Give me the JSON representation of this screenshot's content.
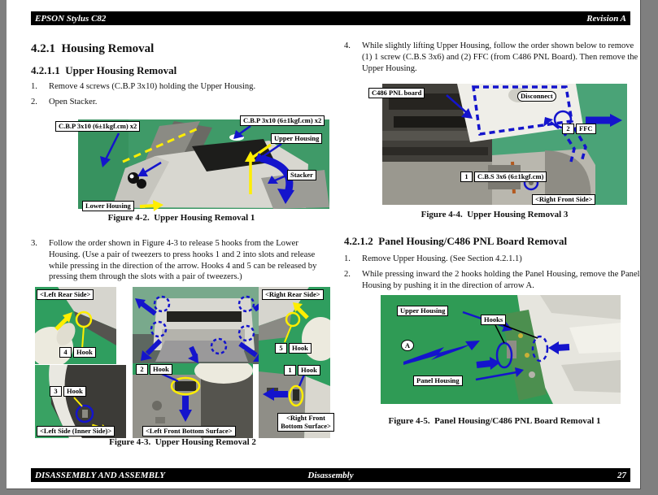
{
  "header": {
    "product": "EPSON Stylus C82",
    "revision": "Revision A"
  },
  "footer": {
    "left": "DISASSEMBLY AND ASSEMBLY",
    "center": "Disassembly",
    "page_number": "27"
  },
  "sections": {
    "housing_removal": {
      "title": "4.2.1  Housing Removal"
    },
    "upper_housing_removal": {
      "title": "4.2.1.1  Upper Housing Removal",
      "steps": [
        {
          "num": "1.",
          "text": "Remove 4 screws (C.B.P 3x10) holding the Upper Housing."
        },
        {
          "num": "2.",
          "text": "Open Stacker."
        },
        {
          "num": "3.",
          "text": "Follow the order shown in Figure 4-3 to release 5 hooks from the Lower Housing. (Use a pair of tweezers to press hooks 1 and 2 into slots and release while pressing in the direction of the arrow. Hooks 4 and 5 can be released by pressing them through the slots with a pair of tweezers.)"
        },
        {
          "num": "4.",
          "text": "While slightly lifting Upper Housing, follow the order shown below to remove (1) 1 screw (C.B.S 3x6) and (2) FFC (from C486 PNL Board). Then remove the Upper Housing."
        }
      ]
    },
    "panel_housing_removal": {
      "title": "4.2.1.2  Panel Housing/C486 PNL Board Removal",
      "steps": [
        {
          "num": "1.",
          "text": "Remove Upper Housing. (See Section 4.2.1.1)"
        },
        {
          "num": "2.",
          "text": "While pressing inward the 2 hooks holding the Panel Housing, remove the Panel Housing by pushing it in the direction of arrow A."
        }
      ]
    }
  },
  "figures": {
    "fig42": {
      "caption": "Figure 4-2.  Upper Housing Removal 1",
      "screw_left": "C.B.P 3x10 (6±1kgf.cm) x2",
      "screw_right": "C.B.P 3x10 (6±1kgf.cm) x2",
      "upper_housing": "Upper Housing",
      "stacker": "Stacker",
      "lower_housing": "Lower Housing"
    },
    "fig43": {
      "caption": "Figure 4-3.  Upper Housing Removal 2",
      "left_rear": "<Left Rear Side>",
      "right_rear": "<Right Rear Side>",
      "left_inner": "<Left Side (Inner Side)>",
      "left_front_bottom": "<Left Front Bottom Surface>",
      "right_front_bottom_1": "<Right Front",
      "right_front_bottom_2": "Bottom Surface>",
      "hook1": {
        "num": "1",
        "text": "Hook"
      },
      "hook2": {
        "num": "2",
        "text": "Hook"
      },
      "hook3": {
        "num": "3",
        "text": "Hook"
      },
      "hook4": {
        "num": "4",
        "text": "Hook"
      },
      "hook5": {
        "num": "5",
        "text": "Hook"
      }
    },
    "fig44": {
      "caption": "Figure 4-4.  Upper Housing Removal 3",
      "board": "C486 PNL board",
      "disconnect": "Disconnect",
      "ffc": {
        "num": "2",
        "text": "FFC"
      },
      "screw": {
        "num": "1",
        "text": "C.B.S 3x6 (6±1kgf.cm)"
      },
      "side": "<Right Front Side>"
    },
    "fig45": {
      "caption": "Figure 4-5.  Panel Housing/C486 PNL Board Removal 1",
      "upper_housing": "Upper Housing",
      "hooks": "Hooks",
      "arrow_a": "A",
      "panel_housing": "Panel Housing"
    }
  },
  "colors": {
    "accent_blue": "#1414cc",
    "highlight_yellow": "#ffee00",
    "photo_green": "#3f9a68"
  }
}
